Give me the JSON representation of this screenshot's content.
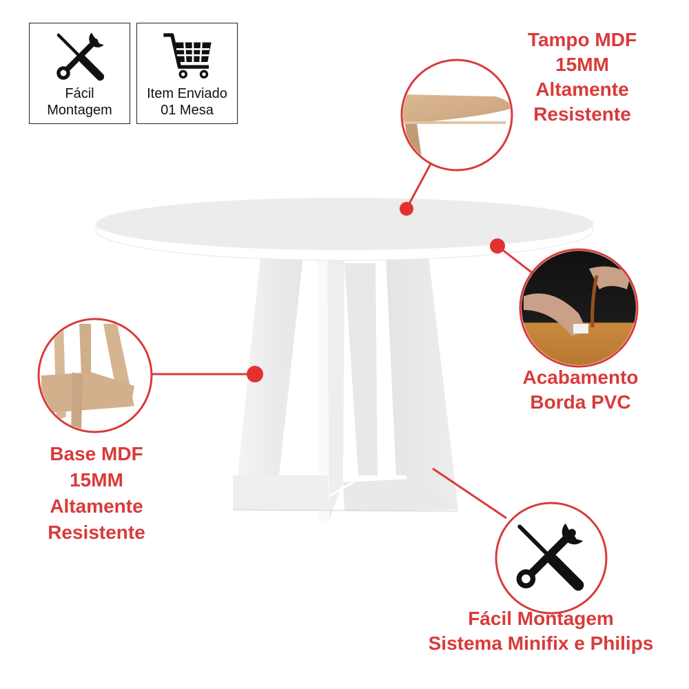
{
  "colors": {
    "accent": "#d93a3a",
    "table_white": "#f2f2f2",
    "wood": "#d4b08c",
    "icon": "#111111"
  },
  "badges": [
    {
      "icon": "tools-icon",
      "lines": [
        "Fácil",
        "Montagem"
      ]
    },
    {
      "icon": "shopping-cart-icon",
      "lines": [
        "Item Enviado",
        "01 Mesa"
      ]
    }
  ],
  "callouts": {
    "tampo": {
      "lines": [
        "Tampo MDF",
        "15MM",
        "Altamente",
        "Resistente"
      ],
      "image": "wood-tabletop-closeup"
    },
    "borda": {
      "lines": [
        "Acabamento",
        "Borda PVC"
      ],
      "image": "pvc-edge-application-photo"
    },
    "base": {
      "lines": [
        "Base MDF",
        "15MM",
        "Altamente",
        "Resistente"
      ],
      "image": "wood-base-closeup"
    },
    "montagem": {
      "lines": [
        "Fácil Montagem",
        "Sistema Minifix e Philips"
      ],
      "image": "tools-icon"
    }
  },
  "product": {
    "name": "round-white-dining-table",
    "description": "Mesa redonda branca com base cruzada"
  }
}
